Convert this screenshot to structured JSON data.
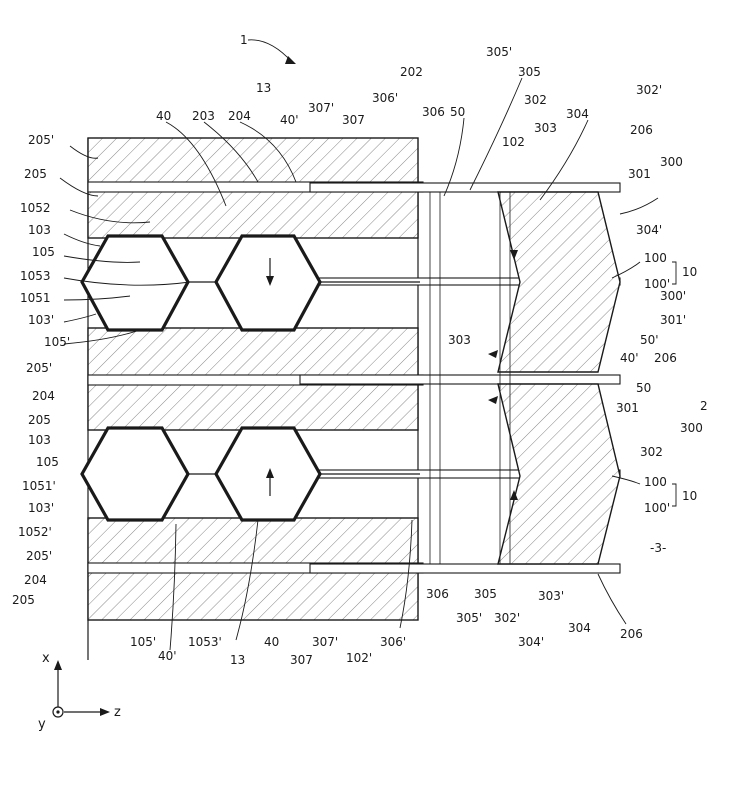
{
  "figure_number": "-3-",
  "axes": {
    "x": "x",
    "y": "y",
    "z": "z"
  },
  "labels": [
    {
      "id": "l-1-top",
      "text": "1"
    },
    {
      "id": "l-13-top",
      "text": "13"
    },
    {
      "id": "l-40-top",
      "text": "40"
    },
    {
      "id": "l-203",
      "text": "203"
    },
    {
      "id": "l-204-top",
      "text": "204"
    },
    {
      "id": "l-40p-top",
      "text": "40'"
    },
    {
      "id": "l-307p-top",
      "text": "307'"
    },
    {
      "id": "l-307-top",
      "text": "307"
    },
    {
      "id": "l-306p-top",
      "text": "306'"
    },
    {
      "id": "l-202",
      "text": "202"
    },
    {
      "id": "l-306-top",
      "text": "306"
    },
    {
      "id": "l-50-top",
      "text": "50"
    },
    {
      "id": "l-305p-top",
      "text": "305'"
    },
    {
      "id": "l-305-top",
      "text": "305"
    },
    {
      "id": "l-302-top",
      "text": "302"
    },
    {
      "id": "l-102",
      "text": "102"
    },
    {
      "id": "l-303-top",
      "text": "303"
    },
    {
      "id": "l-304-top",
      "text": "304"
    },
    {
      "id": "l-302p-top",
      "text": "302'"
    },
    {
      "id": "l-206-top",
      "text": "206"
    },
    {
      "id": "l-300-top",
      "text": "300"
    },
    {
      "id": "l-301-top",
      "text": "301"
    },
    {
      "id": "l-205p-top",
      "text": "205'"
    },
    {
      "id": "l-205-top",
      "text": "205"
    },
    {
      "id": "l-1052",
      "text": "1052"
    },
    {
      "id": "l-103-top",
      "text": "103"
    },
    {
      "id": "l-105-top",
      "text": "105"
    },
    {
      "id": "l-1053",
      "text": "1053"
    },
    {
      "id": "l-1051",
      "text": "1051"
    },
    {
      "id": "l-103p-top",
      "text": "103'"
    },
    {
      "id": "l-105p-top",
      "text": "105'"
    },
    {
      "id": "l-205p-mid",
      "text": "205'"
    },
    {
      "id": "l-204-mid",
      "text": "204"
    },
    {
      "id": "l-205-mid",
      "text": "205"
    },
    {
      "id": "l-303-mid",
      "text": "303"
    },
    {
      "id": "l-304p-top",
      "text": "304'"
    },
    {
      "id": "l-100-top",
      "text": "100"
    },
    {
      "id": "l-100p-top",
      "text": "100'"
    },
    {
      "id": "l-10-top",
      "text": "10"
    },
    {
      "id": "l-300p",
      "text": "300'"
    },
    {
      "id": "l-301p",
      "text": "301'"
    },
    {
      "id": "l-50p",
      "text": "50'"
    },
    {
      "id": "l-40p-mid",
      "text": "40'"
    },
    {
      "id": "l-206-mid",
      "text": "206"
    },
    {
      "id": "l-50-mid",
      "text": "50"
    },
    {
      "id": "l-2",
      "text": "2"
    },
    {
      "id": "l-301-mid",
      "text": "301"
    },
    {
      "id": "l-300-mid",
      "text": "300"
    },
    {
      "id": "l-302-mid",
      "text": "302"
    },
    {
      "id": "l-103-bot",
      "text": "103"
    },
    {
      "id": "l-105-bot",
      "text": "105"
    },
    {
      "id": "l-1051p",
      "text": "1051'"
    },
    {
      "id": "l-103p-bot",
      "text": "103'"
    },
    {
      "id": "l-1052p",
      "text": "1052'"
    },
    {
      "id": "l-205p-bot",
      "text": "205'"
    },
    {
      "id": "l-204-bot",
      "text": "204"
    },
    {
      "id": "l-205-bot",
      "text": "205"
    },
    {
      "id": "l-100-bot",
      "text": "100"
    },
    {
      "id": "l-100p-bot",
      "text": "100'"
    },
    {
      "id": "l-10-bot",
      "text": "10"
    },
    {
      "id": "l-306-bot",
      "text": "306"
    },
    {
      "id": "l-305-bot",
      "text": "305"
    },
    {
      "id": "l-303p",
      "text": "303'"
    },
    {
      "id": "l-305p-bot",
      "text": "305'"
    },
    {
      "id": "l-302p-bot",
      "text": "302'"
    },
    {
      "id": "l-304-bot",
      "text": "304"
    },
    {
      "id": "l-304p-bot",
      "text": "304'"
    },
    {
      "id": "l-206-bot",
      "text": "206"
    },
    {
      "id": "l-105p-bot",
      "text": "105'"
    },
    {
      "id": "l-40p-bot",
      "text": "40'"
    },
    {
      "id": "l-1053p",
      "text": "1053'"
    },
    {
      "id": "l-13-bot",
      "text": "13"
    },
    {
      "id": "l-40-bot",
      "text": "40"
    },
    {
      "id": "l-307-bot",
      "text": "307"
    },
    {
      "id": "l-307p-bot",
      "text": "307'"
    },
    {
      "id": "l-102p",
      "text": "102'"
    },
    {
      "id": "l-306p-bot",
      "text": "306'"
    }
  ]
}
